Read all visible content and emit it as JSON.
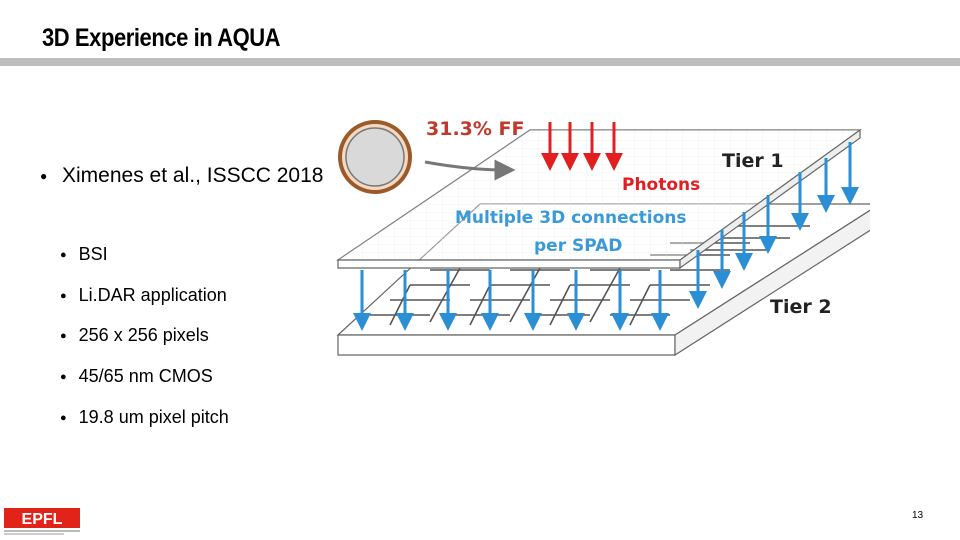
{
  "slide": {
    "title": "3D Experience in AQUA",
    "page_number": "13"
  },
  "bullets": {
    "main": "Ximenes et al., ISSCC 2018",
    "sub": [
      "BSI",
      "Li.DAR application",
      "256 x 256 pixels",
      "45/65 nm CMOS",
      "19.8 um pixel pitch"
    ]
  },
  "figure": {
    "ff_label": "31.3% FF",
    "tier1_label": "Tier 1",
    "tier2_label": "Tier 2",
    "photons_label": "Photons",
    "connections_label_line1": "Multiple 3D connections",
    "connections_label_line2": "per SPAD"
  },
  "logo": {
    "text": "EPFL"
  },
  "colors": {
    "ff_red": "#c0392b",
    "photon_red": "#e02020",
    "arrow_blue": "#2b8fd6",
    "label_blue": "#3a9ad9",
    "ring_brown": "#9b5a2a",
    "rule_gray": "#bdbdbd",
    "epfl_red": "#e2231a"
  }
}
